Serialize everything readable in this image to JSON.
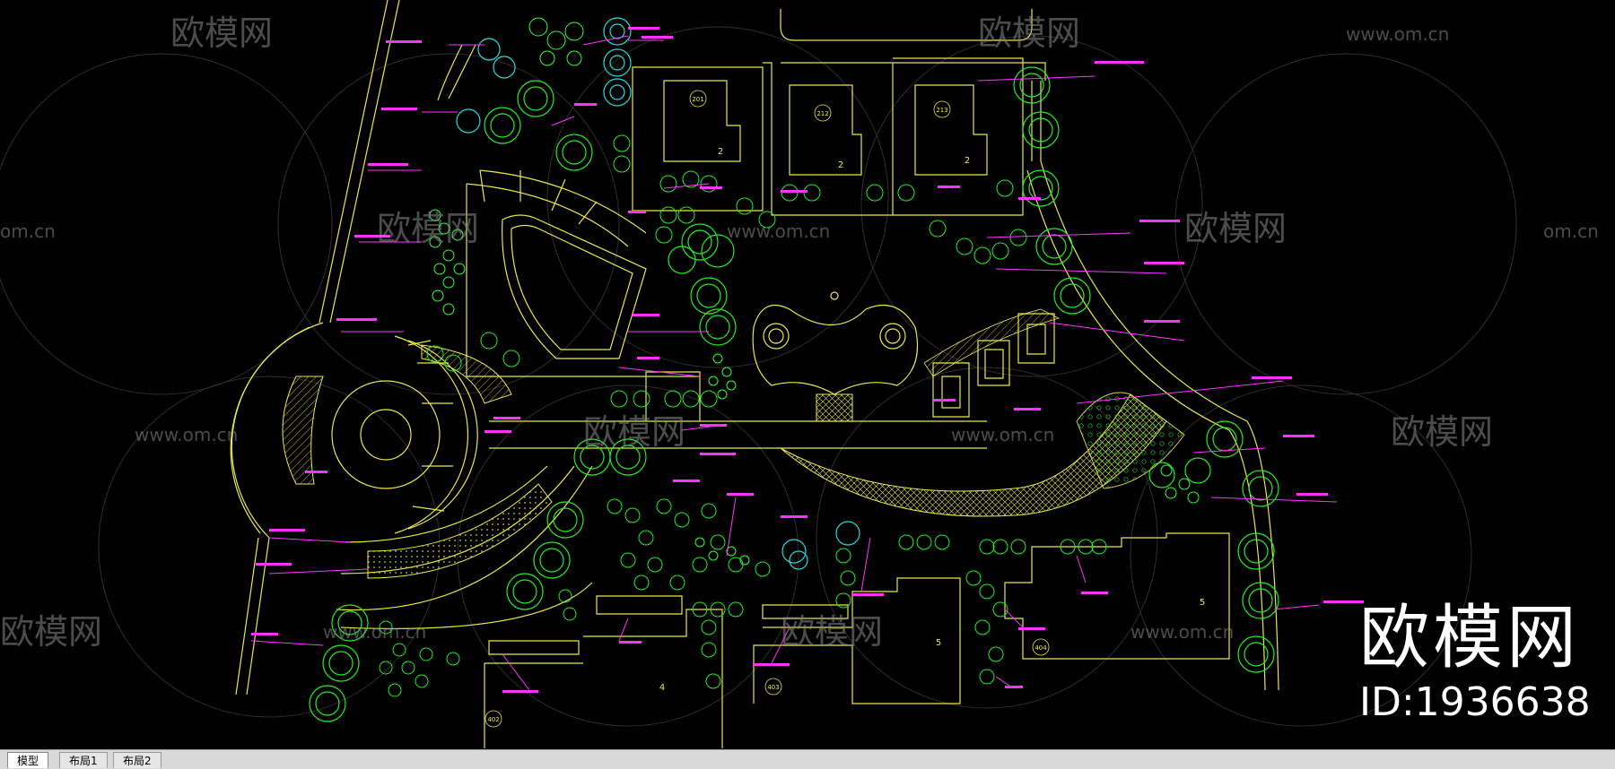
{
  "watermark": {
    "logo_text": "欧模网",
    "url_text": "www.om.cn",
    "url_short": "om.cn"
  },
  "brand": {
    "name": "欧模网",
    "id_label": "ID:1936638"
  },
  "tabs": [
    {
      "label": "模型",
      "active": true
    },
    {
      "label": "布局1",
      "active": false
    },
    {
      "label": "布局2",
      "active": false
    }
  ],
  "buildings": {
    "b1": "201",
    "b2": "212",
    "b3": "213",
    "floor_tag": "2",
    "b4": "4",
    "b5": "5",
    "b6": "5",
    "r1": "402",
    "r2": "403",
    "r3": "404"
  },
  "colors": {
    "background": "#000000",
    "linework": "#e8e84a",
    "trees": "#22ee22",
    "trees_cyan": "#22dddd",
    "labels": "#ff33ff"
  }
}
